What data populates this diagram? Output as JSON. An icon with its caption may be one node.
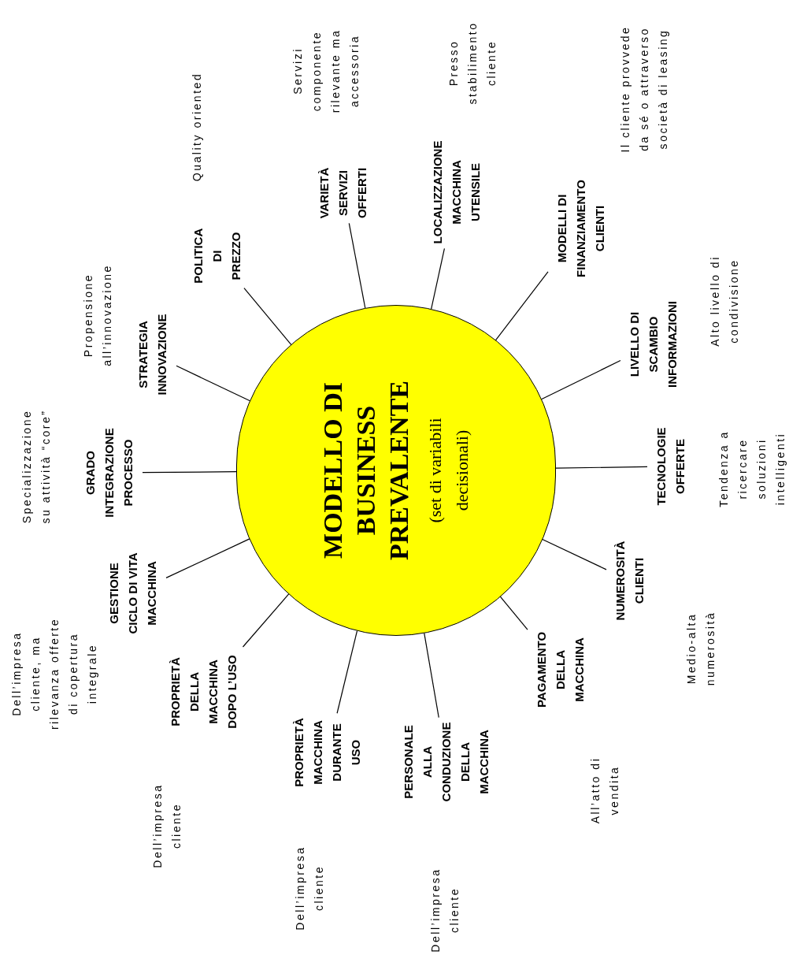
{
  "diagram": {
    "nodes": [
      {
        "text": [
          "MODELLO DI BUSINESS PREVALENTE",
          "(set di variabili decisionali)"
        ]
      },
      {
        "text": [
          "GRADO INTEGRAZIONE PROCESSO"
        ]
      },
      {
        "text": [
          "STRATEGIA INNOVAZIONE"
        ]
      },
      {
        "text": [
          "POLITICA DI PREZZO"
        ]
      },
      {
        "text": [
          "VARIETÀ SERVIZI OFFERTI"
        ]
      },
      {
        "text": [
          "LOCALIZZAZIONE MACCHINA UTENSILE"
        ]
      },
      {
        "text": [
          "MODELLI DI FINANZIAMENTO CLIENTI"
        ]
      },
      {
        "text": [
          "LIVELLO DI SCAMBIO INFORMAZIONI"
        ]
      },
      {
        "text": [
          "TECNOLOGIE OFFERTE"
        ]
      },
      {
        "text": [
          "NUMEROSITÀ CLIENTI"
        ]
      },
      {
        "text": [
          "PAGAMENTO DELLA MACCHINA"
        ]
      },
      {
        "text": [
          "PERSONALE ALLA CONDUZIONE DELLA MACCHINA"
        ]
      },
      {
        "text": [
          "PROPRIETÀ MACCHINA DURANTE USO"
        ]
      },
      {
        "text": [
          "PROPRIETÀ DELLA MACCHINA DOPO L’USO"
        ]
      },
      {
        "text": [
          "GESTIONE CICLO DI VITA MACCHINA"
        ]
      }
    ],
    "edges": [
      {
        "from": 0,
        "to": 1,
        "arrow": "none"
      },
      {
        "from": 0,
        "to": 2,
        "arrow": "none"
      },
      {
        "from": 0,
        "to": 3,
        "arrow": "none"
      },
      {
        "from": 0,
        "to": 4,
        "arrow": "none"
      },
      {
        "from": 0,
        "to": 5,
        "arrow": "none"
      },
      {
        "from": 0,
        "to": 6,
        "arrow": "none"
      },
      {
        "from": 0,
        "to": 7,
        "arrow": "none"
      },
      {
        "from": 0,
        "to": 8,
        "arrow": "none"
      },
      {
        "from": 0,
        "to": 9,
        "arrow": "none"
      },
      {
        "from": 0,
        "to": 10,
        "arrow": "none"
      },
      {
        "from": 0,
        "to": 11,
        "arrow": "none"
      },
      {
        "from": 0,
        "to": 12,
        "arrow": "none"
      },
      {
        "from": 0,
        "to": 13,
        "arrow": "none"
      },
      {
        "from": 0,
        "to": 14,
        "arrow": "none"
      }
    ],
    "labels": [
      "Specializzazione su attività “core”",
      "Propensione all’innovazione",
      "Quality oriented",
      "Servizi componente rilevante ma accessoria",
      "Presso stabilimento cliente",
      "Il cliente provvede da sé o attraverso società di leasing",
      "Alto livello di condivisione",
      "Tendenza a ricercare soluzioni intelligenti",
      "Medio-alta numerosità",
      "All’atto di vendita",
      "Dell’impresa cliente",
      "Dell’impresa cliente",
      "Dell’impresa cliente",
      "Dell’impresa cliente, ma rilevanza offerte di copertura integrale"
    ]
  }
}
